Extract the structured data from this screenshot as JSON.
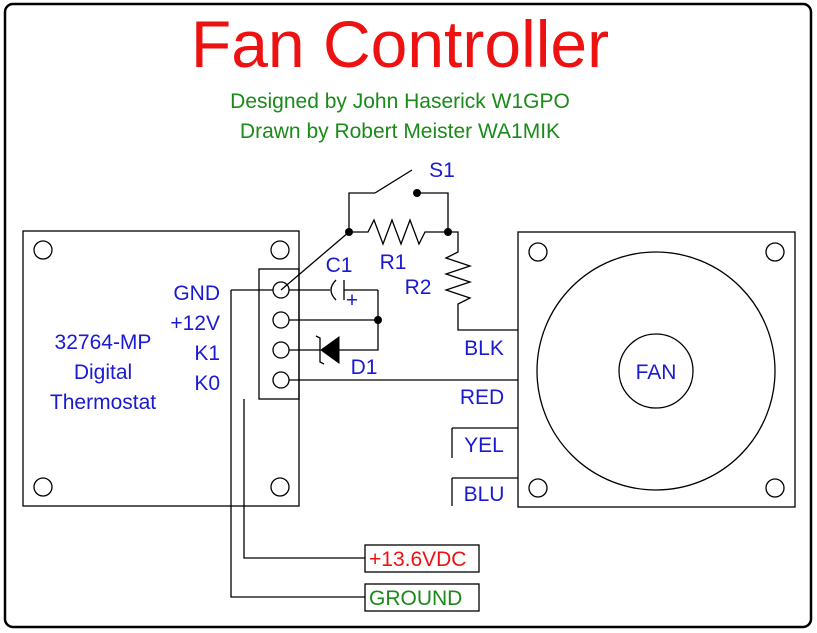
{
  "title": "Fan Controller",
  "credits": {
    "designed_by": "Designed by John Haserick W1GPO",
    "drawn_by": "Drawn by Robert Meister WA1MIK"
  },
  "thermostat": {
    "line1": "32764-MP",
    "line2": "Digital",
    "line3": "Thermostat",
    "pins": [
      "GND",
      "+12V",
      "K1",
      "K0"
    ]
  },
  "components": {
    "switch": "S1",
    "capacitor": "C1",
    "capacitor_polarity": "+",
    "resistor1": "R1",
    "resistor2": "R2",
    "diode": "D1"
  },
  "fan": {
    "label": "FAN",
    "wires": [
      "BLK",
      "RED",
      "YEL",
      "BLU"
    ]
  },
  "power": {
    "positive": "+13.6VDC",
    "ground": "GROUND"
  },
  "colors": {
    "title": "#ee1111",
    "credits": "#1a8a1a",
    "labels": "#1a1ad0",
    "positive_supply": "#ee1111",
    "ground_supply": "#1a8a1a"
  }
}
